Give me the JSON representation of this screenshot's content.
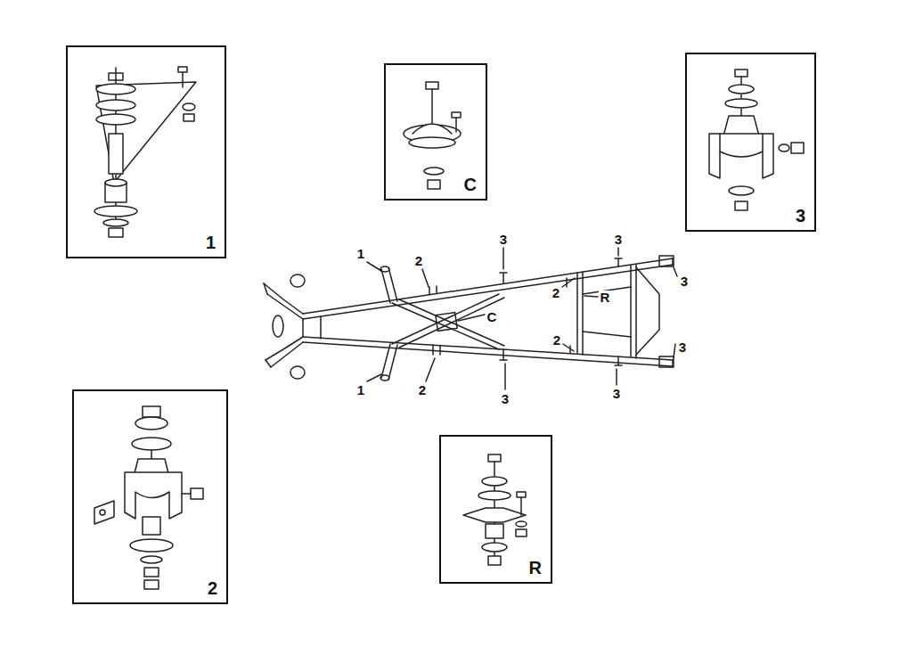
{
  "diagram": {
    "nodes": [
      {
        "text": [
          "1"
        ]
      },
      {
        "text": [
          "C"
        ]
      },
      {
        "text": [
          "3"
        ]
      },
      {
        "text": [
          "2"
        ]
      },
      {
        "text": [
          "R"
        ]
      }
    ],
    "labels": [
      "1",
      "2",
      "3",
      "3",
      "3",
      "2",
      "R",
      "C",
      "2",
      "3",
      "1",
      "2",
      "3",
      "3"
    ]
  }
}
